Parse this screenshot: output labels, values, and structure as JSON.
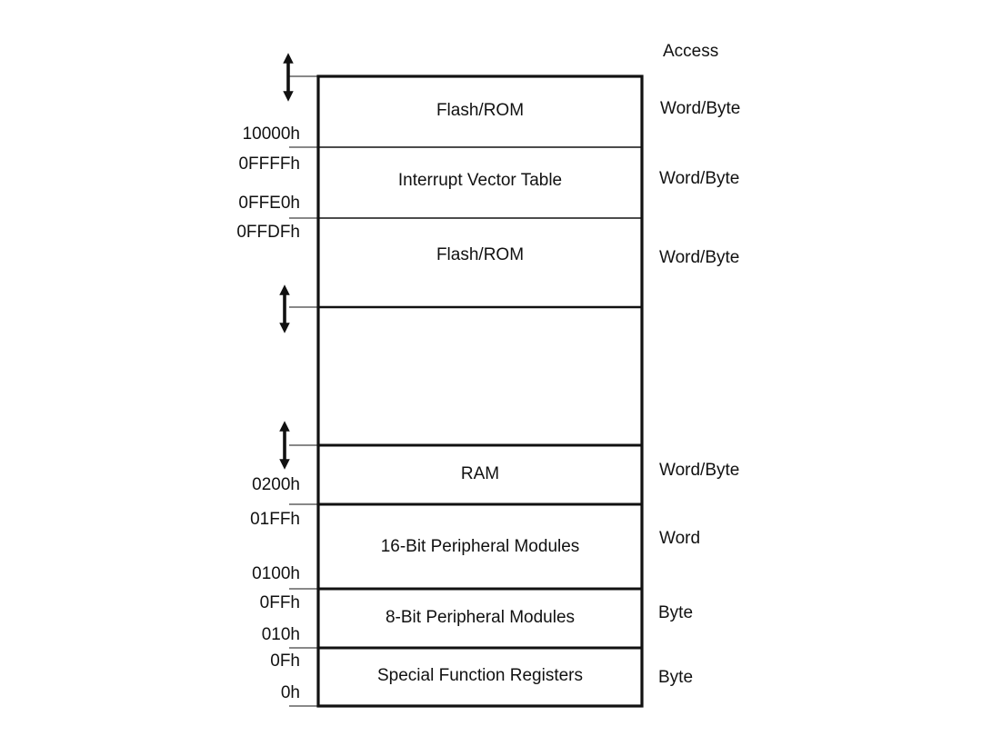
{
  "header": {
    "access_label": "Access"
  },
  "regions": [
    {
      "name": "Flash/ROM",
      "access": "Word/Byte"
    },
    {
      "name": "Interrupt Vector Table",
      "access": "Word/Byte"
    },
    {
      "name": "Flash/ROM",
      "access": "Word/Byte"
    },
    {
      "name": "",
      "access": ""
    },
    {
      "name": "RAM",
      "access": "Word/Byte"
    },
    {
      "name": "16-Bit Peripheral Modules",
      "access": "Word"
    },
    {
      "name": "8-Bit Peripheral Modules",
      "access": "Byte"
    },
    {
      "name": "Special Function Registers",
      "access": "Byte"
    }
  ],
  "addresses": [
    "10000h",
    "0FFFFh",
    "0FFE0h",
    "0FFDFh",
    "0200h",
    "01FFh",
    "0100h",
    "0FFh",
    "010h",
    "0Fh",
    "0h"
  ]
}
